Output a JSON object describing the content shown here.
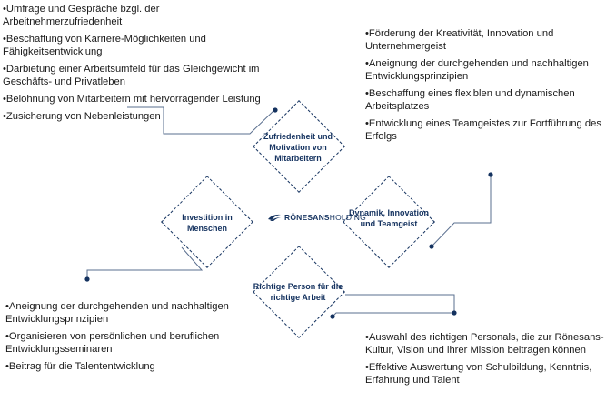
{
  "logo": {
    "brand": "RÖNESANS",
    "suffix": "HOLDING"
  },
  "diamonds": {
    "top": "Zufriedenheit und Motivation von Mitarbeitern",
    "left": "Investition in Menschen",
    "right": "Dynamik, Innovation und Teamgeist",
    "bottom": "Richtige Person für die richtige Arbeit"
  },
  "blocks": {
    "top_left": [
      "Umfrage und Gespräche bzgl. der Arbeitnehmerzufriedenheit",
      "Beschaffung von Karriere-Möglichkeiten und Fähigkeitsentwicklung",
      "Darbietung einer Arbeitsumfeld für das Gleichgewicht im Geschäfts- und Privatleben",
      "Belohnung von Mitarbeitern mit hervorragender Leistung",
      "Zusicherung von Nebenleistungen"
    ],
    "top_right": [
      "Förderung der Kreativität, Innovation und Unternehmergeist",
      "Aneignung der durchgehenden und nachhaltigen Entwicklungsprinzipien",
      "Beschaffung eines flexiblen und dynamischen Arbeitsplatzes",
      "Entwicklung eines Teamgeistes zur Fortführung des Erfolgs"
    ],
    "bottom_left": [
      "Aneignung der durchgehenden und nachhaltigen Entwicklungsprinzipien",
      "Organisieren von persönlichen und beruflichen Entwicklungsseminaren",
      "Beitrag für die Talententwicklung"
    ],
    "bottom_right": [
      "Auswahl des richtigen Personals, die zur Rönesans-Kultur, Vision und ihrer Mission beitragen können",
      "Effektive Auswertung von Schulbildung, Kenntnis, Erfahrung und Talent"
    ]
  },
  "colors": {
    "accent": "#14325f"
  }
}
